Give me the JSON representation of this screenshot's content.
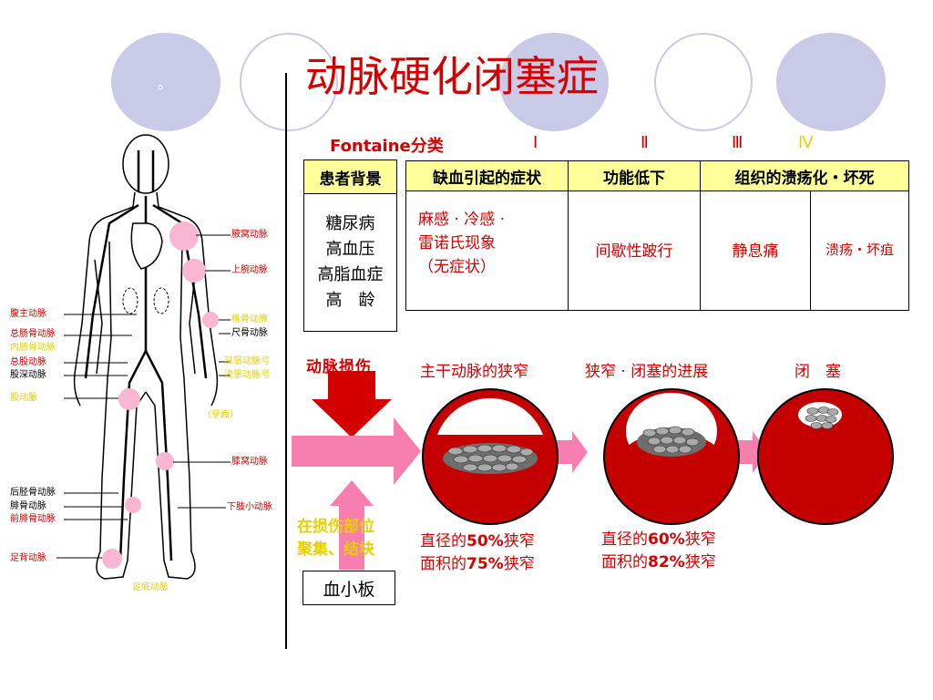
{
  "page_title": "动脉硬化闭塞症",
  "dot_mark": "。",
  "fontaine": {
    "label": "Fontaine分类",
    "stages": [
      "Ⅰ",
      "Ⅱ",
      "Ⅲ",
      "Ⅳ"
    ]
  },
  "table": {
    "patient_header": "患者背景",
    "patient_items": [
      "糖尿病",
      "高血压",
      "高脂血症",
      "高　龄"
    ],
    "headers": [
      "缺血引起的症状",
      "功能低下",
      "组织的溃疡化・坏死"
    ],
    "stage1_lines": [
      "麻感 · 冷感 ·",
      "雷诺氏现象",
      "（无症状）"
    ],
    "stage2": "间歇性跛行",
    "stage3": "静息痛",
    "stage4": "溃疡・坏疽"
  },
  "injury_label": "动脉损伤",
  "platelet_lines": [
    "在损伤部位",
    "聚集、结块"
  ],
  "platelet_box": "血小板",
  "progress": {
    "label1": "主干动脉的狭窄",
    "label2": "狭窄 · 闭塞的进展",
    "label3": "闭　塞",
    "stat1": {
      "line1_pre": "直径的",
      "line1_pct": "50%",
      "line1_post": "狭窄",
      "line2_pre": "面积的",
      "line2_pct": "75%",
      "line2_post": "狭窄"
    },
    "stat2": {
      "line1_pre": "直径的",
      "line1_pct": "60%",
      "line1_post": "狭窄",
      "line2_pre": "面积的",
      "line2_pct": "82%",
      "line2_post": "狭窄"
    }
  },
  "body_labels": {
    "axillary": "腋窝动脉",
    "brachial": "上腕动脉",
    "abdominal_aorta": "腹主动脉",
    "common_iliac": "总肠骨动脉",
    "internal_iliac": "内肠骨动脉",
    "common_femoral": "总股动脉",
    "deep_femoral": "股深动脉",
    "radial": "桡骨动脉",
    "ulnar": "尺骨动脉",
    "deep_palmar_arch": "深掌动脉弓",
    "superficial_palmar_arch": "浅掌动脉弓",
    "femoral": "股动脉",
    "palm": "（掌面）",
    "popliteal": "膝窝动脉",
    "posterior_tibial": "后胫骨动脉",
    "peroneal": "腓骨动脉",
    "anterior_tibial": "前腓骨动脉",
    "lower_leg_small": "下肢小动脉",
    "dorsalis_pedis": "足背动脉",
    "plantar": "足底动脉"
  },
  "colors": {
    "accent_red": "#d40000",
    "deco_purple": "#c9c9e8",
    "pink": "#f77fb0",
    "highlight": "#ffff99"
  }
}
